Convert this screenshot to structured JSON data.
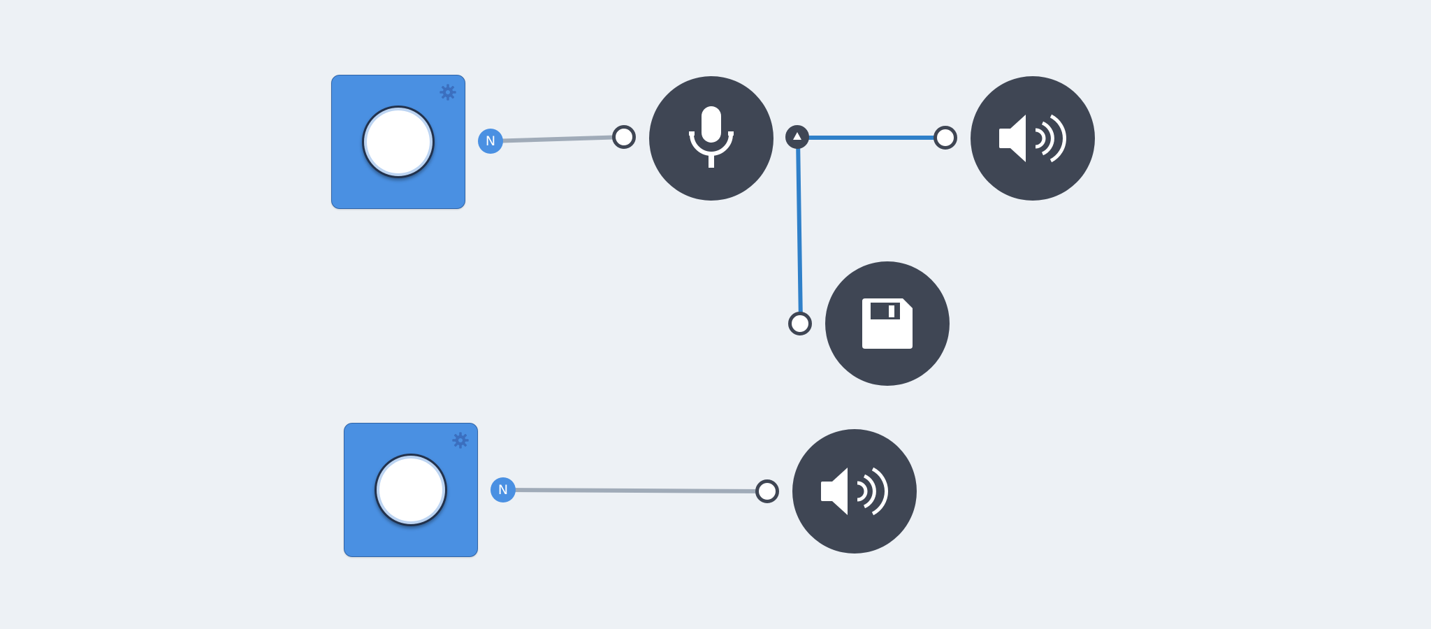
{
  "colors": {
    "background": "#edf1f5",
    "trigger_fill": "#4a90e2",
    "node_fill": "#3f4654",
    "port_fill": "#ffffff",
    "port_stroke": "#3f4654",
    "link_inactive": "#a0abb8",
    "link_active": "#2f80c9",
    "gear": "#3b6fbf"
  },
  "triggers": [
    {
      "id": "trigger-1",
      "gear_icon": "gear-icon",
      "output_label": "N"
    },
    {
      "id": "trigger-2",
      "gear_icon": "gear-icon",
      "output_label": "N"
    }
  ],
  "nodes": [
    {
      "id": "microphone-node",
      "icon": "microphone-icon"
    },
    {
      "id": "speaker-node-1",
      "icon": "speaker-icon"
    },
    {
      "id": "save-node",
      "icon": "floppy-disk-icon"
    },
    {
      "id": "speaker-node-2",
      "icon": "speaker-icon"
    }
  ],
  "connections": [
    {
      "from": "trigger-1",
      "to": "microphone-node",
      "state": "inactive"
    },
    {
      "from": "microphone-node",
      "to": "speaker-node-1",
      "state": "active"
    },
    {
      "from": "microphone-node",
      "to": "save-node",
      "state": "active"
    },
    {
      "from": "trigger-2",
      "to": "speaker-node-2",
      "state": "inactive"
    }
  ]
}
